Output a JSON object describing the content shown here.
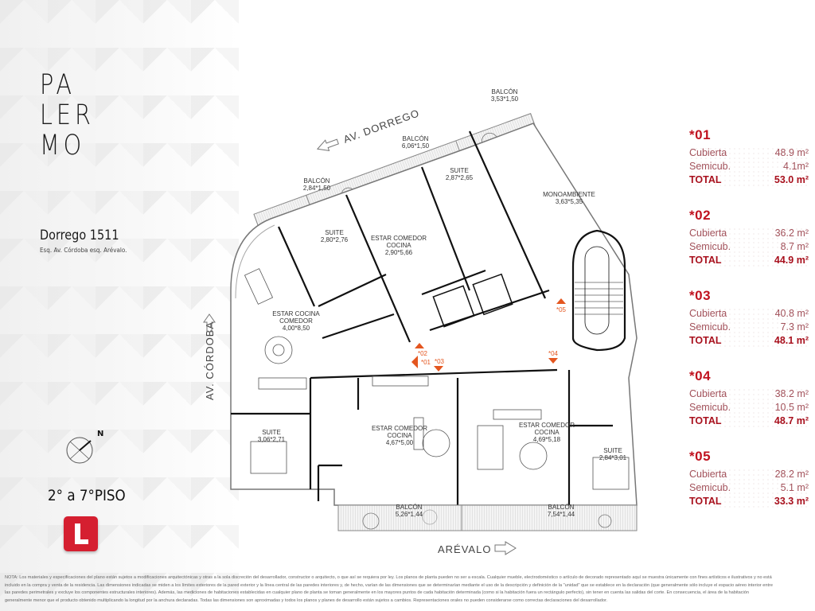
{
  "brand": {
    "title_lines": [
      "PA",
      "LER",
      "MO"
    ],
    "address": "Dorrego 1511",
    "address_sub": "Esq. Av. Córdoba esq. Arévalo.",
    "compass_label": "N",
    "floor_label": "2° a 7°PISO",
    "logo_letter": "L",
    "logo_color": "#d51f30"
  },
  "plan": {
    "streets": {
      "top": "AV. DORREGO",
      "left": "AV. CÓRDOBA",
      "bottom": "ARÉVALO"
    },
    "rooms": [
      {
        "name": "BALCÓN",
        "dims": "3,53*1,50"
      },
      {
        "name": "BALCÓN",
        "dims": "6,06*1,50"
      },
      {
        "name": "BALCÓN",
        "dims": "2,84*1,50"
      },
      {
        "name": "SUITE",
        "dims": "2,87*2,65"
      },
      {
        "name": "MONOAMBIENTE",
        "dims": "3,63*5,35"
      },
      {
        "name": "SUITE",
        "dims": "2,80*2,76"
      },
      {
        "name": "ESTAR COMEDOR",
        "name2": "COCINA",
        "dims": "2,90*5,66"
      },
      {
        "name": "ESTAR COCINA",
        "name2": "COMEDOR",
        "dims": "4,00*8,50"
      },
      {
        "name": "SUITE",
        "dims": "3,06*2,71"
      },
      {
        "name": "ESTAR COMEDOR",
        "name2": "COCINA",
        "dims": "4,67*5,00"
      },
      {
        "name": "ESTAR COMEDOR",
        "name2": "COCINA",
        "dims": "4,69*5,18"
      },
      {
        "name": "SUITE",
        "dims": "2,84*3,01"
      },
      {
        "name": "BALCÓN",
        "dims": "5,26*1,44"
      },
      {
        "name": "BALCÓN",
        "dims": "7,54*1,44"
      }
    ],
    "markers": [
      "*01",
      "*02",
      "*03",
      "*04",
      "*05"
    ],
    "accent_color": "#e4561f"
  },
  "units": [
    {
      "code": "*01",
      "cubierta_label": "Cubierta",
      "cubierta": "48.9 m²",
      "semicub_label": "Semicub.",
      "semicub": "4.1m²",
      "total_label": "TOTAL",
      "total": "53.0 m²"
    },
    {
      "code": "*02",
      "cubierta_label": "Cubierta",
      "cubierta": "36.2 m²",
      "semicub_label": "Semicub.",
      "semicub": "8.7 m²",
      "total_label": "TOTAL",
      "total": "44.9 m²"
    },
    {
      "code": "*03",
      "cubierta_label": "Cubierta",
      "cubierta": "40.8 m²",
      "semicub_label": "Semicub.",
      "semicub": "7.3 m²",
      "total_label": "TOTAL",
      "total": "48.1 m²"
    },
    {
      "code": "*04",
      "cubierta_label": "Cubierta",
      "cubierta": "38.2 m²",
      "semicub_label": "Semicub.",
      "semicub": "10.5 m²",
      "total_label": "TOTAL",
      "total": "48.7 m²"
    },
    {
      "code": "*05",
      "cubierta_label": "Cubierta",
      "cubierta": "28.2 m²",
      "semicub_label": "Semicub.",
      "semicub": "5.1 m²",
      "total_label": "TOTAL",
      "total": "33.3 m²"
    }
  ],
  "nota": [
    "NOTA: Los materiales y especificaciones del plano están sujetos a modificaciones arquitectónicas y otras a la sola discreción del desarrollador, constructor o arquitecto, o que así se requiera por ley. Los planos de planta pueden no ser a escala. Cualquier mueble, electrodoméstico o artículo de decorado representado aquí se muestra únicamente con fines artísticos e ilustrativos y no está",
    "incluido en la compra y venta de la residencia. Las dimensiones indicadas se miden a los límites exteriores de la pared exterior y la línea central de las paredes interiores y, de hecho, varían de las dimensiones que se determinarían mediante el uso de la descripción y definición de la \"unidad\" que se establece en la declaración (que generalmente sólo incluye el espacio aéreo interior entre",
    "las paredes perimetrales y excluye los componentes estructurales interiores). Además, las mediciones de habitaciones establecidas en cualquier plano de planta se toman generalmente en los mayores puntos de cada habitación determinada (como si la habitación fuera un rectángulo perfecto), sin tener en cuenta las salidas del corte. En consecuencia, el área de la habitación",
    "generalmente menor que el producto obtenido multiplicando la longitud por la anchura declaradas. Todas las dimensiones son aproximadas y todos los planos y planes de desarrollo están sujetos a cambios. Representaciones orales no pueden considerarse como correctas declaraciones del desarrollador."
  ]
}
